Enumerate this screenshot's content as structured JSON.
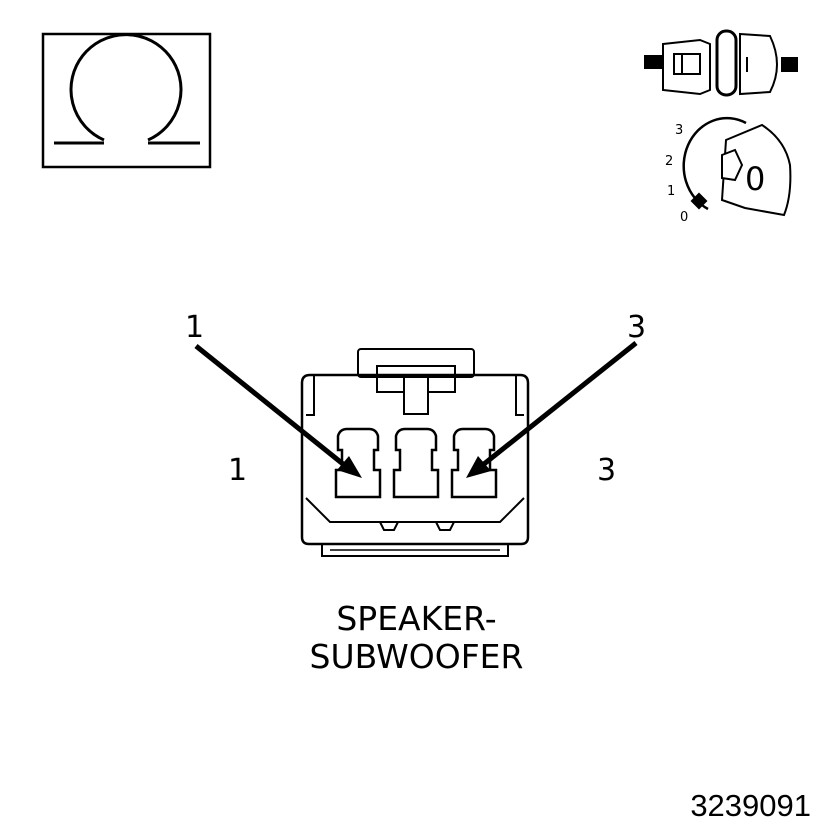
{
  "icons": {
    "ohm_meter": "ohm-icon",
    "connector_disconnect": "connector-disconnected-icon",
    "ignition_key": "ignition-key-icon"
  },
  "ignition": {
    "positions": [
      "3",
      "2",
      "1",
      "0"
    ],
    "key_label": "0"
  },
  "connector": {
    "pin_callouts_top": [
      "1",
      "3"
    ],
    "pin_labels_side": [
      "1",
      "3"
    ],
    "name_line1": "SPEAKER-",
    "name_line2": "SUBWOOFER"
  },
  "figure_number": "3239091"
}
